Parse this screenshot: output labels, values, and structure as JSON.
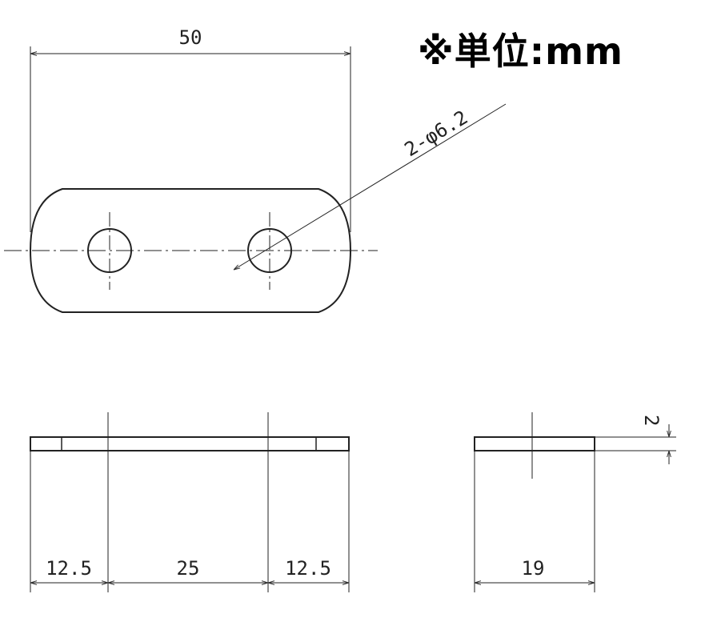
{
  "unit_note": "※単位:mm",
  "dimensions": {
    "overall_length": "50",
    "hole_callout": "2-φ6.2",
    "edge_to_hole_left": "12.5",
    "hole_pitch": "25",
    "edge_to_hole_right": "12.5",
    "width": "19",
    "thickness": "2"
  }
}
